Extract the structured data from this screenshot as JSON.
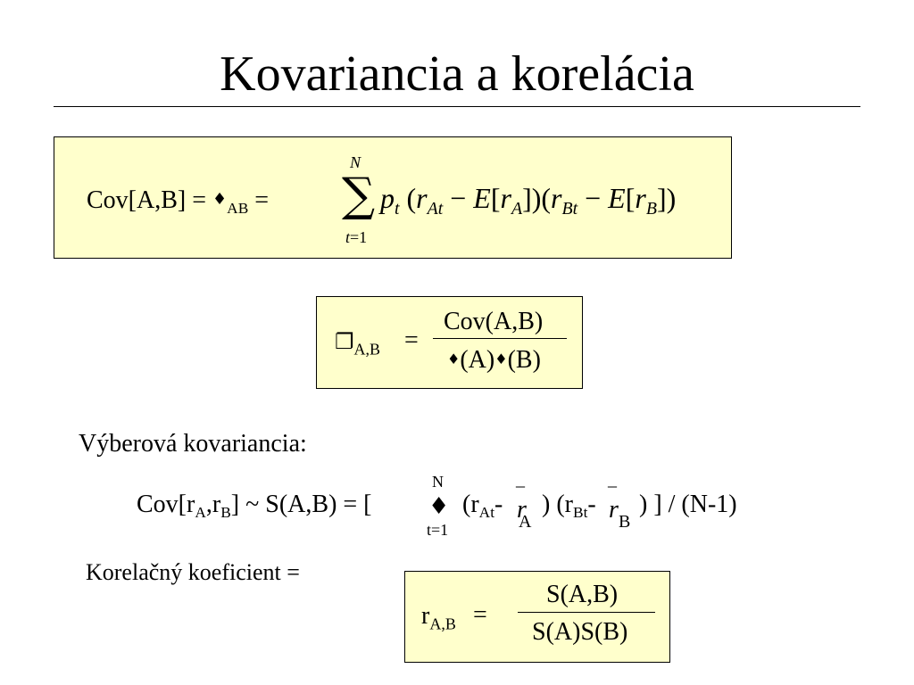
{
  "title": "Kovariancia a korelácia",
  "box1": {
    "lhs_cov": "Cov[A,B] = ",
    "lhs_sym": "♦",
    "lhs_sub": "AB",
    "lhs_eq": " =",
    "sum_top": "N",
    "sum_sign": "∑",
    "sum_bottom_t": "t",
    "sum_bottom_rest": "=1",
    "p": "p",
    "p_sub": "t",
    "open1": "(",
    "r1": "r",
    "r1_sub": "At",
    "minus1": "−",
    "E1": "E",
    "br1_open": "[",
    "r2": "r",
    "r2_sub": "A",
    "br1_close": "])(",
    "r3": "r",
    "r3_sub": "Bt",
    "minus2": "−",
    "E2": "E",
    "br2_open": "[",
    "r4": "r",
    "r4_sub": "B",
    "br2_close": "])"
  },
  "box2": {
    "rho_sym": "❐",
    "rho_sub": "A,B",
    "eq": "=",
    "numerator": "Cov(A,B)",
    "den_sym1": "♦",
    "den_part1": "(A)",
    "den_sym2": "♦",
    "den_part2": "(B)"
  },
  "sample_heading": "Výberová kovariancia:",
  "sample_formula": {
    "cov_prefix": "Cov[r",
    "sub_A": "A",
    "comma_r": ",r",
    "sub_B": "B",
    "mid": "] ~ S(A,B) = [",
    "sum_top": "N",
    "sum_sym": "♦",
    "sum_bottom": "t=1",
    "open_r": "(r",
    "sub_At": "At",
    "dash1": "-",
    "bar1": "_",
    "rbar1": "r",
    "rbar1_sub": "A",
    "close_open": ") (r",
    "sub_Bt": "Bt",
    "dash2": "-",
    "bar2": "_",
    "rbar2": "r",
    "rbar2_sub": "B",
    "tail": ")  ] / (N-1)"
  },
  "corr_label": "Korelačný koeficient  =",
  "box3": {
    "r": "r",
    "r_sub": "A,B",
    "eq": "=",
    "numerator": "S(A,B)",
    "denominator": "S(A)S(B)"
  }
}
